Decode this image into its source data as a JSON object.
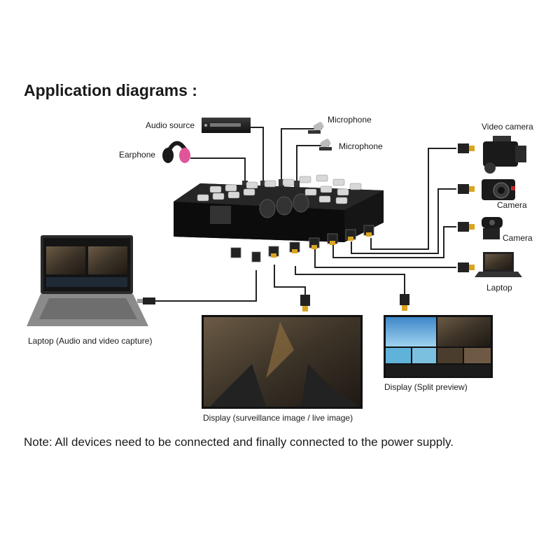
{
  "title": "Application diagrams :",
  "labels": {
    "audio_source": "Audio source",
    "earphone": "Earphone",
    "microphone_1": "Microphone",
    "microphone_2": "Microphone",
    "video_camera": "Video camera",
    "camera_1": "Camera",
    "camera_2": "Camera",
    "laptop_right": "Laptop",
    "laptop_capture": "Laptop (Audio and video capture)",
    "display_live": "Display (surveillance image / live image)",
    "display_split": "Display (Split preview)"
  },
  "note": "Note: All devices need to be connected and finally connected to the power supply.",
  "colors": {
    "device": "#1c1c1c",
    "cable": "#222222",
    "connector_gold": "#d9a520",
    "headphone_pink": "#e0559a"
  }
}
